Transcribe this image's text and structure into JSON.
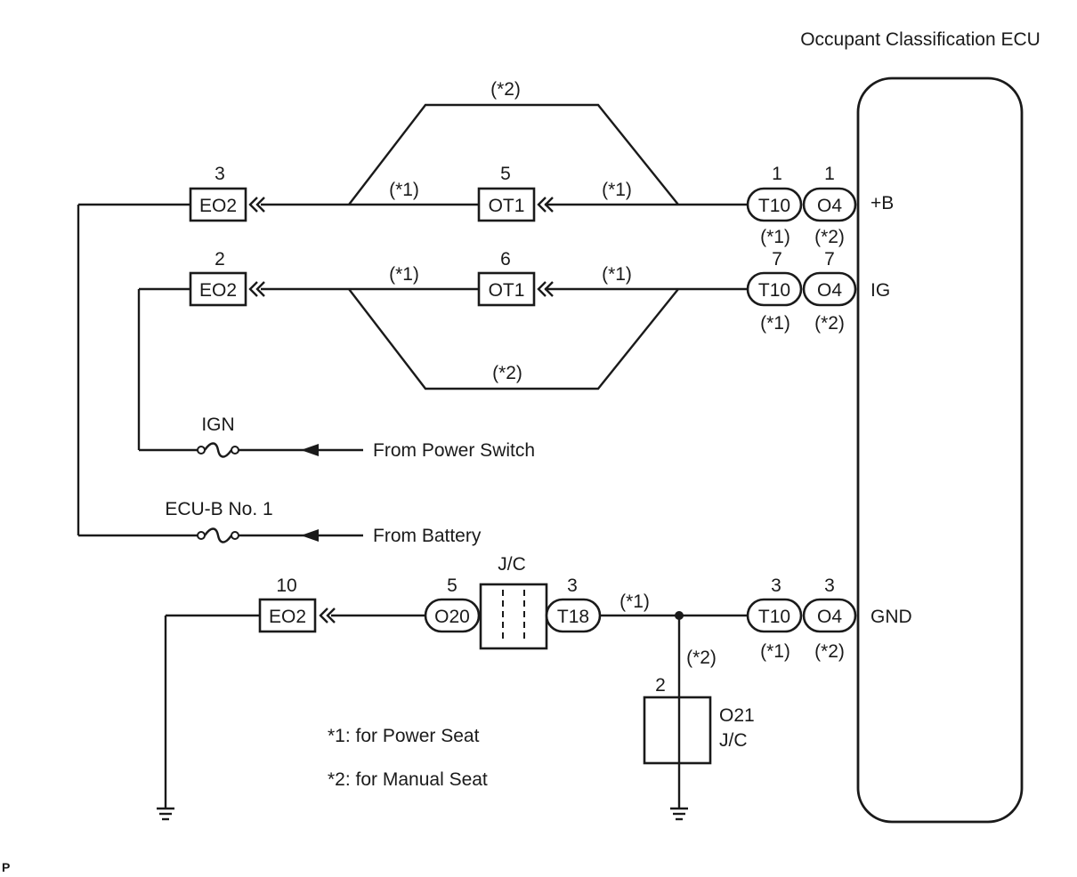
{
  "diagram": {
    "ecu_title": "Occupant Classification ECU",
    "footer_mark": "P",
    "pins": {
      "b": "+B",
      "ig": "IG",
      "gnd": "GND"
    },
    "variants": {
      "power": "(*1)",
      "manual": "(*2)"
    },
    "notes": [
      "*1: for Power Seat",
      "*2: for Manual Seat"
    ],
    "connectors": {
      "eo2": "EO2",
      "ot1": "OT1",
      "t10": "T10",
      "o4": "O4",
      "o20": "O20",
      "t18": "T18",
      "o21": "O21",
      "jc": "J/C"
    },
    "pin_numbers": {
      "eo2_top": "3",
      "ot1_top": "5",
      "t10_top": "1",
      "o4_top": "1",
      "eo2_mid": "2",
      "ot1_mid": "6",
      "t10_mid": "7",
      "o4_mid": "7",
      "eo2_gnd": "10",
      "o20": "5",
      "t18": "3",
      "t10_gnd": "3",
      "o4_gnd": "3",
      "o21": "2"
    },
    "fuses": {
      "ign": "IGN",
      "ecu_b": "ECU-B No. 1"
    },
    "sources": {
      "power_switch": "From Power Switch",
      "battery": "From Battery"
    }
  }
}
